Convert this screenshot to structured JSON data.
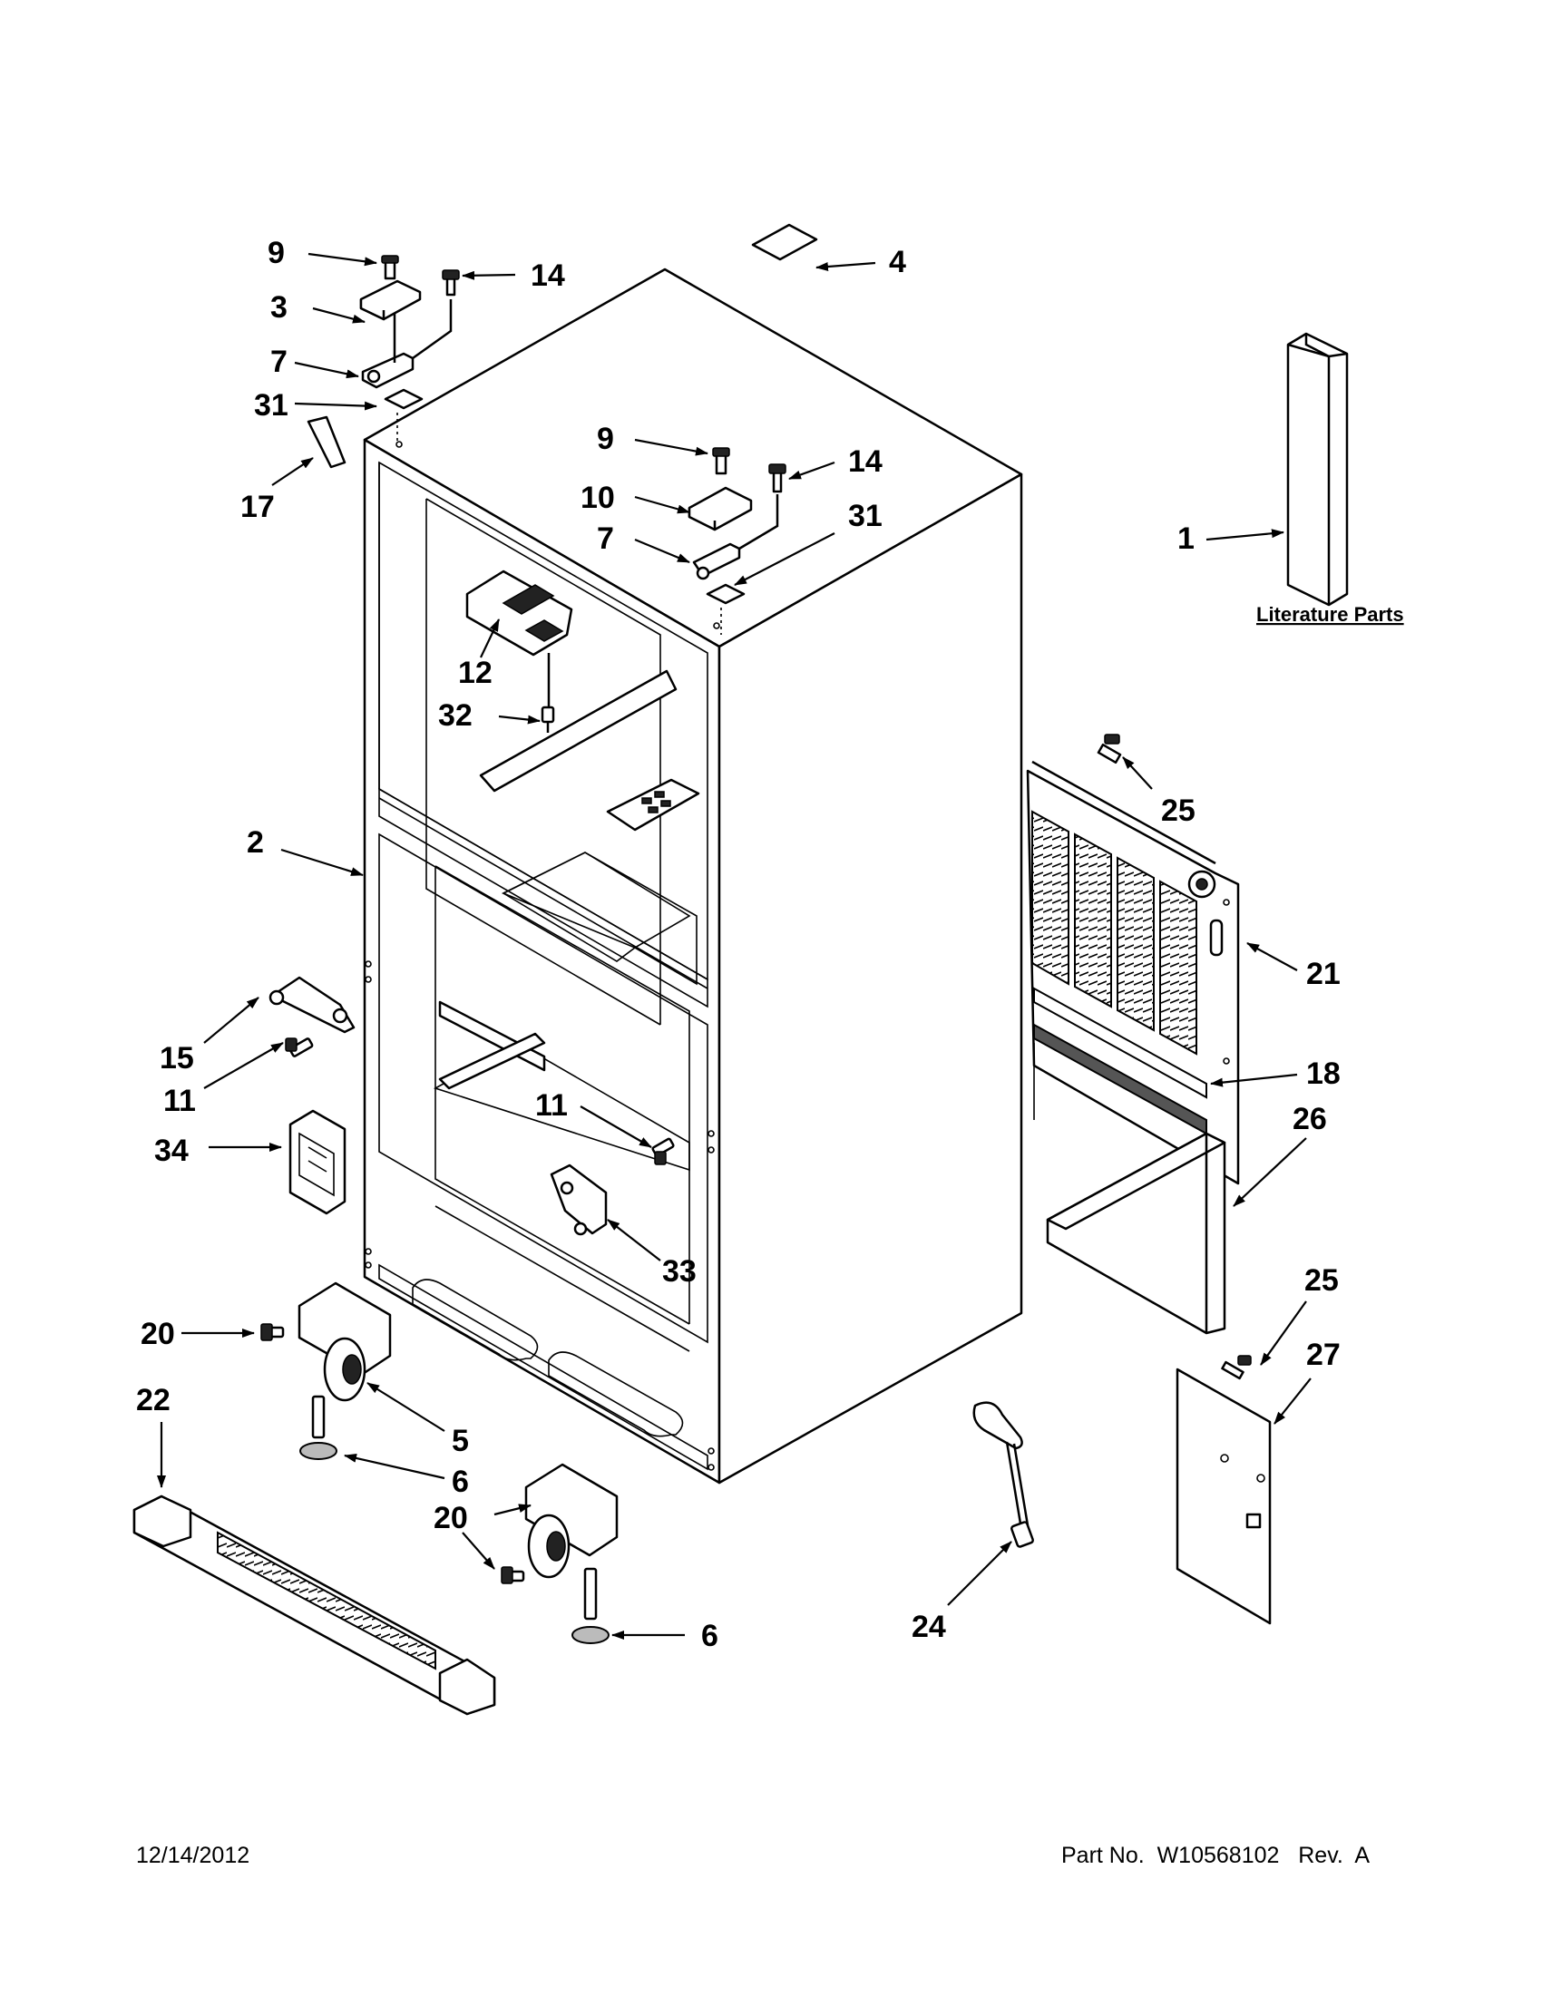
{
  "callouts": [
    "9",
    "14",
    "3",
    "7",
    "31",
    "17",
    "4",
    "9",
    "14",
    "10",
    "7",
    "31",
    "1",
    "12",
    "32",
    "25",
    "2",
    "21",
    "15",
    "11",
    "18",
    "34",
    "11",
    "26",
    "33",
    "25",
    "20",
    "27",
    "22",
    "5",
    "6",
    "20",
    "24",
    "6"
  ],
  "literature_label": "Literature Parts",
  "footer": {
    "date": "12/14/2012",
    "part_number": "Part No.  W10568102   Rev.  A"
  }
}
